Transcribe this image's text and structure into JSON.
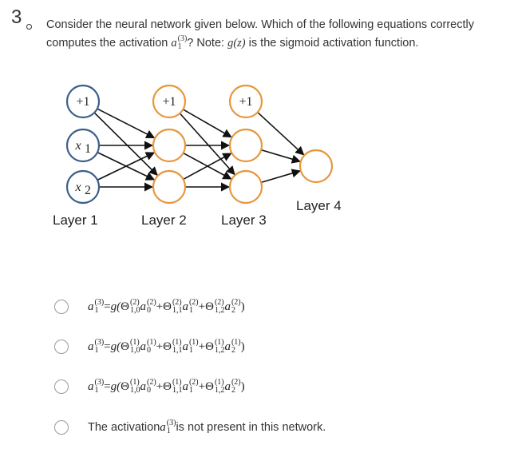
{
  "question": {
    "number": "3",
    "text_before": "Consider the neural network given below. Which of the following equations correctly computes the activation ",
    "text_after": "? Note: ",
    "note_fn": "g(z)",
    "note_tail": " is the sigmoid activation function."
  },
  "activation_symbol": {
    "base": "a",
    "sup": "(3)",
    "sub": "1"
  },
  "network": {
    "bias_label": "+1",
    "inputs": [
      "x1",
      "x2"
    ],
    "input_subscripts": [
      "1",
      "2"
    ],
    "input_base": "x",
    "layers": [
      "Layer 1",
      "Layer 2",
      "Layer 3",
      "Layer 4"
    ],
    "colors": {
      "input_node": "#3b5f8a",
      "hidden_node": "#e8963a",
      "edge": "#111111"
    }
  },
  "options": [
    {
      "id": "A",
      "terms": [
        {
          "theta_sup": "(2)",
          "theta_sub": "1,0",
          "a_sup": "(2)",
          "a_sub": "0"
        },
        {
          "theta_sup": "(2)",
          "theta_sub": "1,1",
          "a_sup": "(2)",
          "a_sub": "1"
        },
        {
          "theta_sup": "(2)",
          "theta_sub": "1,2",
          "a_sup": "(2)",
          "a_sub": "2"
        }
      ]
    },
    {
      "id": "B",
      "terms": [
        {
          "theta_sup": "(1)",
          "theta_sub": "1,0",
          "a_sup": "(1)",
          "a_sub": "0"
        },
        {
          "theta_sup": "(1)",
          "theta_sub": "1,1",
          "a_sup": "(1)",
          "a_sub": "1"
        },
        {
          "theta_sup": "(1)",
          "theta_sub": "1,2",
          "a_sup": "(1)",
          "a_sub": "2"
        }
      ]
    },
    {
      "id": "C",
      "terms": [
        {
          "theta_sup": "(1)",
          "theta_sub": "1,0",
          "a_sup": "(2)",
          "a_sub": "0"
        },
        {
          "theta_sup": "(1)",
          "theta_sub": "1,1",
          "a_sup": "(2)",
          "a_sub": "1"
        },
        {
          "theta_sup": "(1)",
          "theta_sub": "1,2",
          "a_sup": "(2)",
          "a_sub": "2"
        }
      ]
    },
    {
      "id": "D",
      "text_before": "The activation ",
      "text_after": " is not present in this network."
    }
  ],
  "math": {
    "equals": " = ",
    "g_open": "g(",
    "theta": "Θ",
    "plus": " + ",
    "close": ")"
  }
}
